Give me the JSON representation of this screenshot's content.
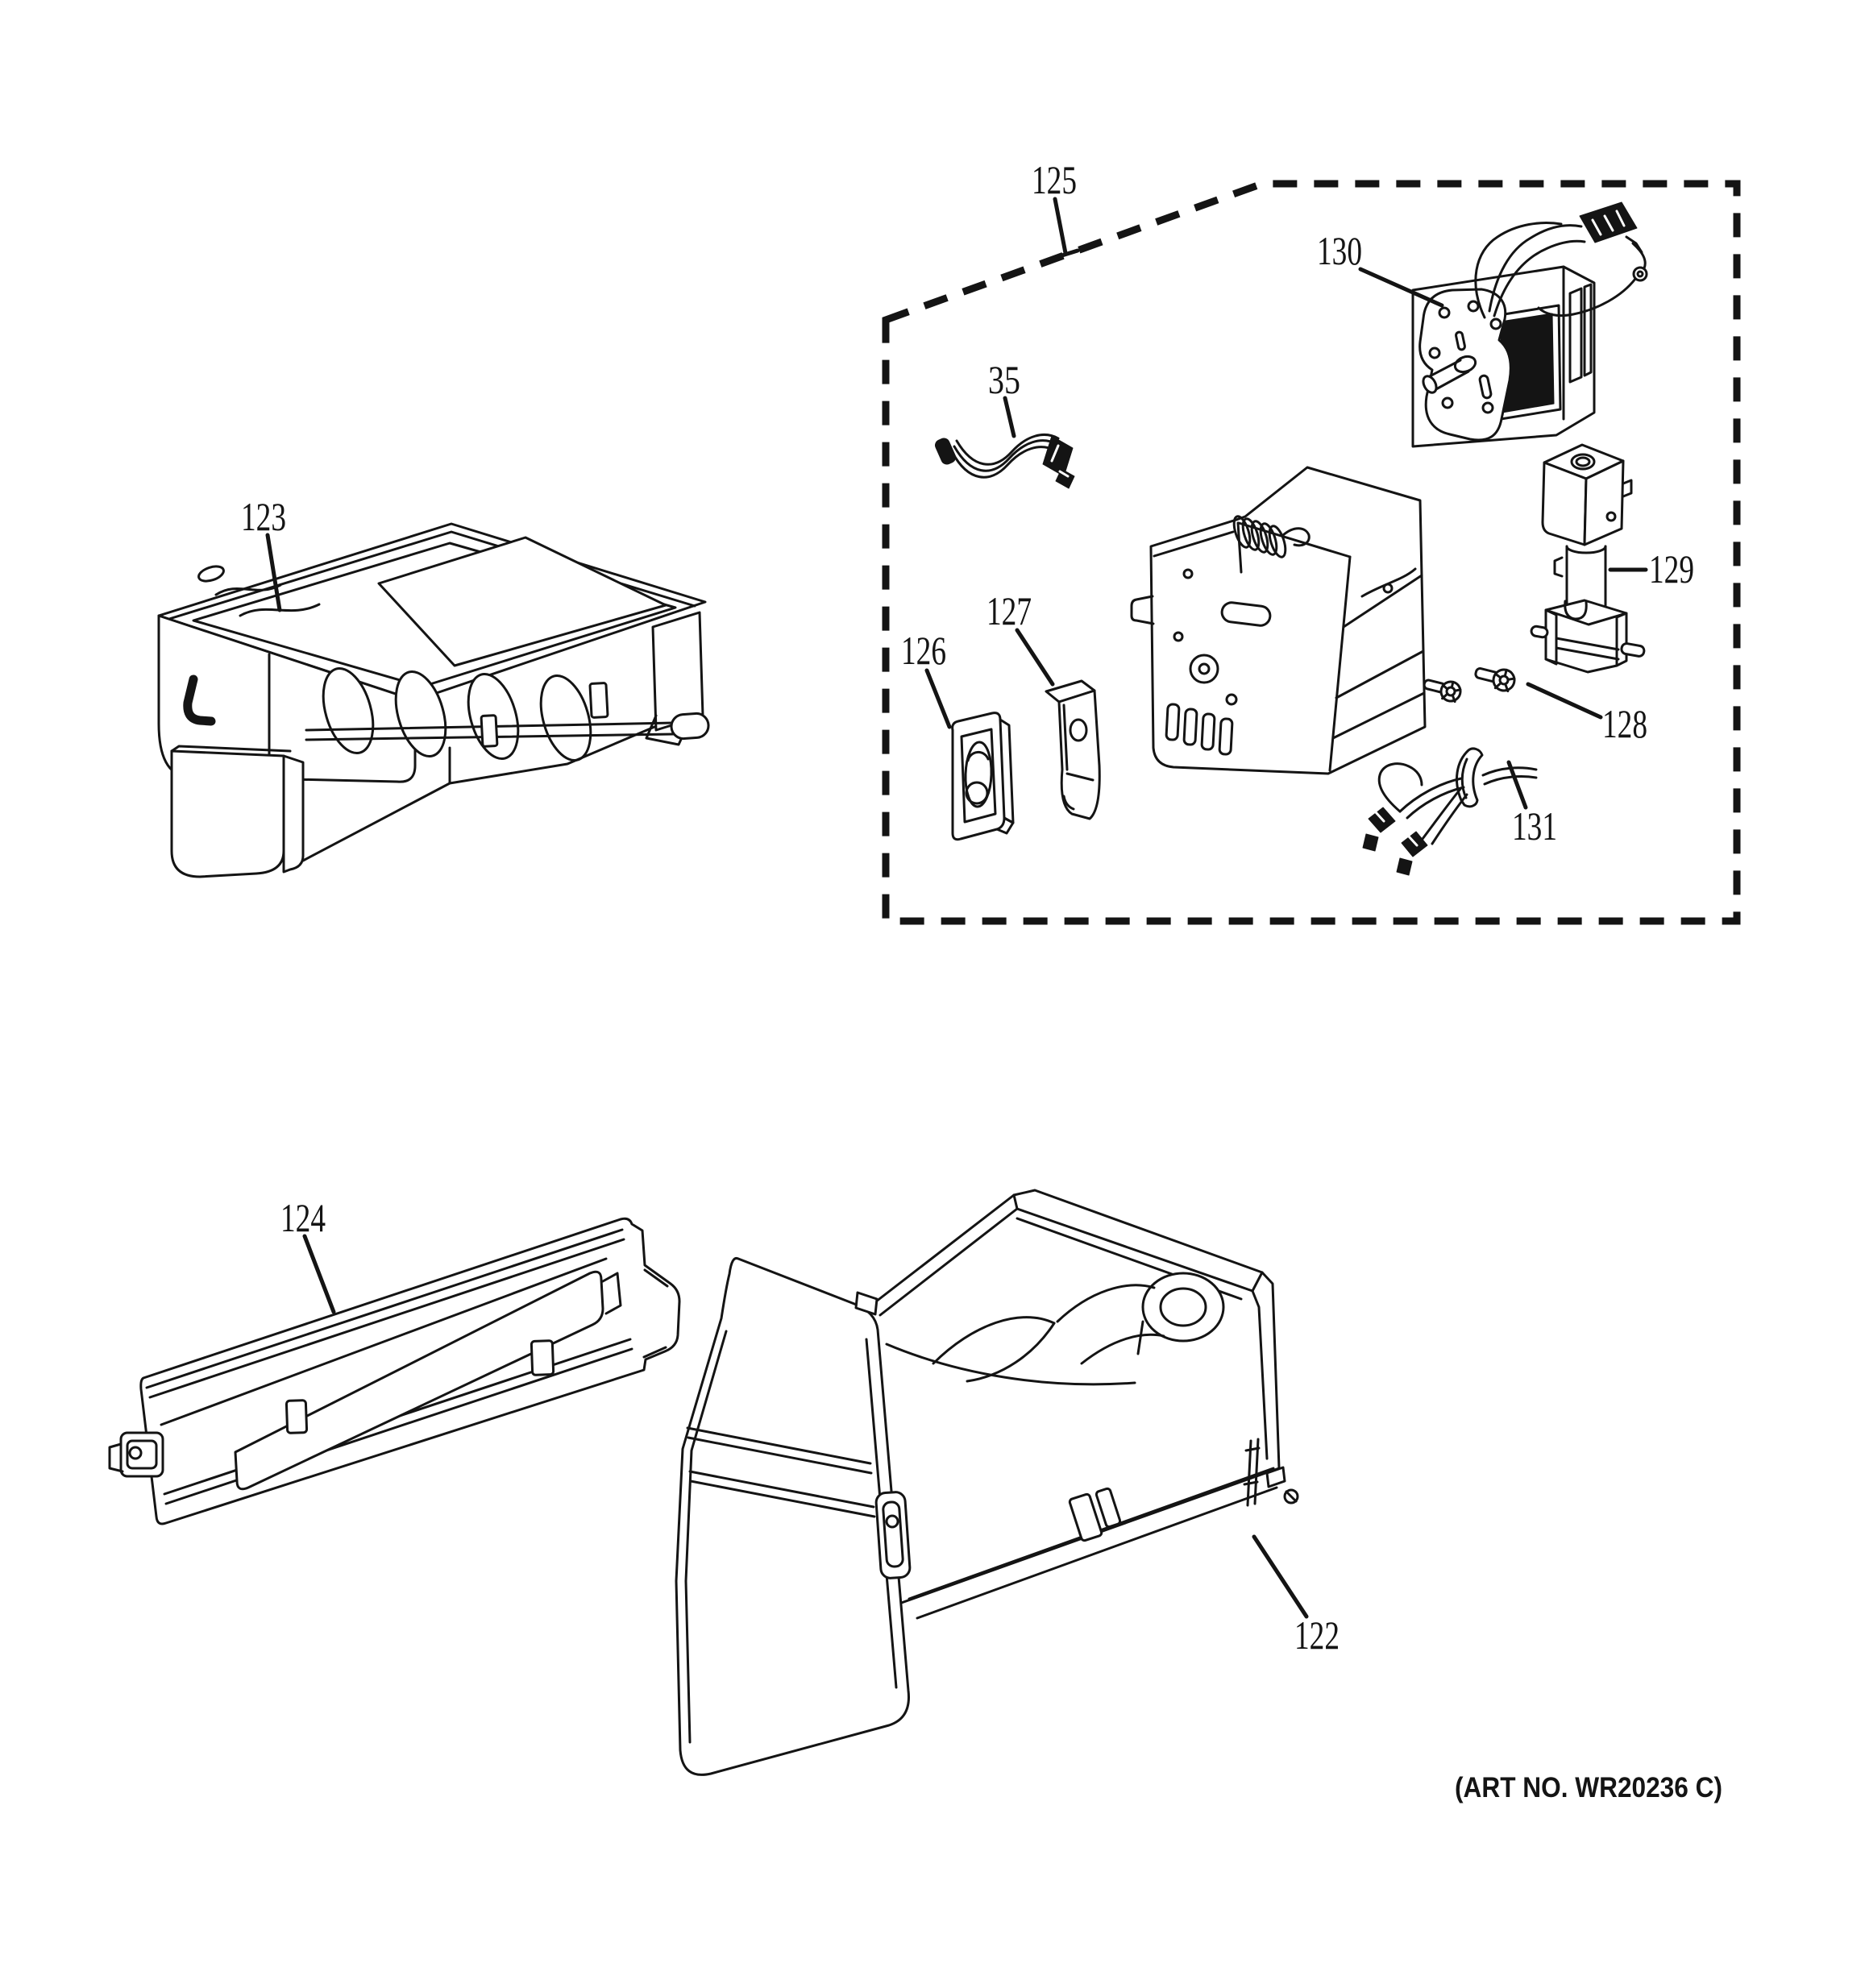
{
  "colors": {
    "ink": "#141414",
    "paper": "#ffffff"
  },
  "figure": {
    "art_no": "(ART NO. WR20236 C)"
  },
  "callouts": {
    "c122": "122",
    "c123": "123",
    "c124": "124",
    "c125": "125",
    "c126": "126",
    "c127": "127",
    "c128": "128",
    "c129": "129",
    "c130": "130",
    "c131": "131",
    "c35": "35"
  }
}
